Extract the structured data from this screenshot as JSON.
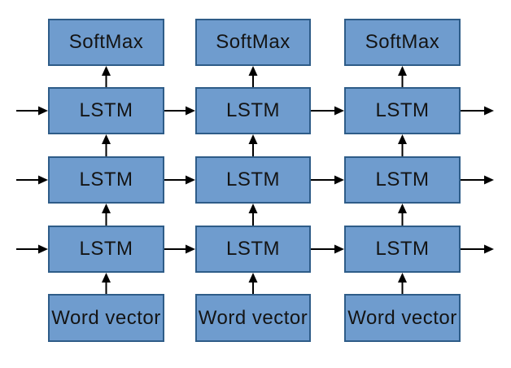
{
  "diagram": {
    "columns": 3,
    "rows": [
      {
        "id": "softmax",
        "label": "SoftMax"
      },
      {
        "id": "lstm-1",
        "label": "LSTM"
      },
      {
        "id": "lstm-2",
        "label": "LSTM"
      },
      {
        "id": "lstm-3",
        "label": "LSTM"
      },
      {
        "id": "word-vector",
        "label": "Word vector"
      }
    ],
    "colors": {
      "box_fill": "#6f9cce",
      "box_border": "#2e5c88",
      "arrow": "#000000",
      "text": "#141414",
      "background": "#ffffff"
    }
  }
}
